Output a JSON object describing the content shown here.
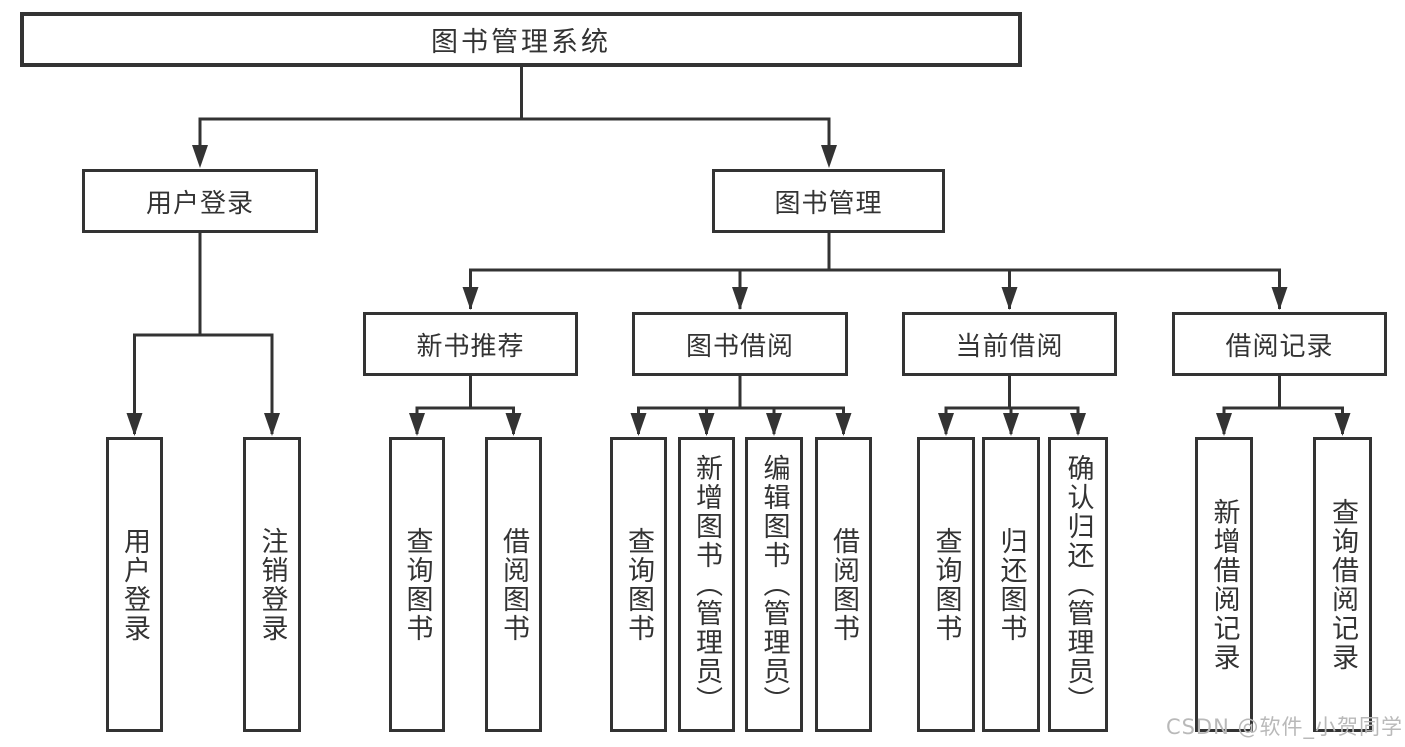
{
  "colors": {
    "line": "#333333",
    "text": "#333333",
    "box_background": "#ffffff",
    "page_background": "#ffffff",
    "watermark": "#b9b9b9"
  },
  "tree": {
    "root": {
      "label": "图书管理系统"
    },
    "branches": [
      {
        "label": "用户登录",
        "children": [
          {
            "label": "用户登录"
          },
          {
            "label": "注销登录"
          }
        ]
      },
      {
        "label": "图书管理",
        "children": [
          {
            "label": "新书推荐",
            "children": [
              {
                "label": "查询图书"
              },
              {
                "label": "借阅图书"
              }
            ]
          },
          {
            "label": "图书借阅",
            "children": [
              {
                "label": "查询图书"
              },
              {
                "label": "新增图书（管理员）"
              },
              {
                "label": "编辑图书（管理员）"
              },
              {
                "label": "借阅图书"
              }
            ]
          },
          {
            "label": "当前借阅",
            "children": [
              {
                "label": "查询图书"
              },
              {
                "label": "归还图书"
              },
              {
                "label": "确认归还（管理员）"
              }
            ]
          },
          {
            "label": "借阅记录",
            "children": [
              {
                "label": "新增借阅记录"
              },
              {
                "label": "查询借阅记录"
              }
            ]
          }
        ]
      }
    ]
  },
  "watermark": "CSDN @软件_小贺同学"
}
